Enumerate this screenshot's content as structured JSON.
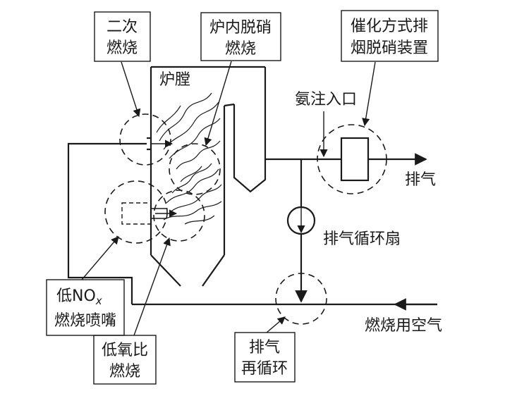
{
  "labels": {
    "secondary_combustion": [
      "二次",
      "燃烧"
    ],
    "in_furnace_denox": [
      "炉内脱硝",
      "燃烧"
    ],
    "catalytic_denox": [
      "催化方式排",
      "烟脱硝装置"
    ],
    "furnace": "炉膛",
    "ammonia_inlet": "氨注入口",
    "exhaust": "排气",
    "recirculation_fan": "排气循环扇",
    "combustion_air": "燃烧用空气",
    "low_nox_burner": [
      "低NO",
      "x",
      "燃烧喷嘴"
    ],
    "low_oxygen_ratio": [
      "低氧比",
      "燃烧"
    ],
    "flue_gas_recirculation": [
      "排气",
      "再循环"
    ]
  }
}
